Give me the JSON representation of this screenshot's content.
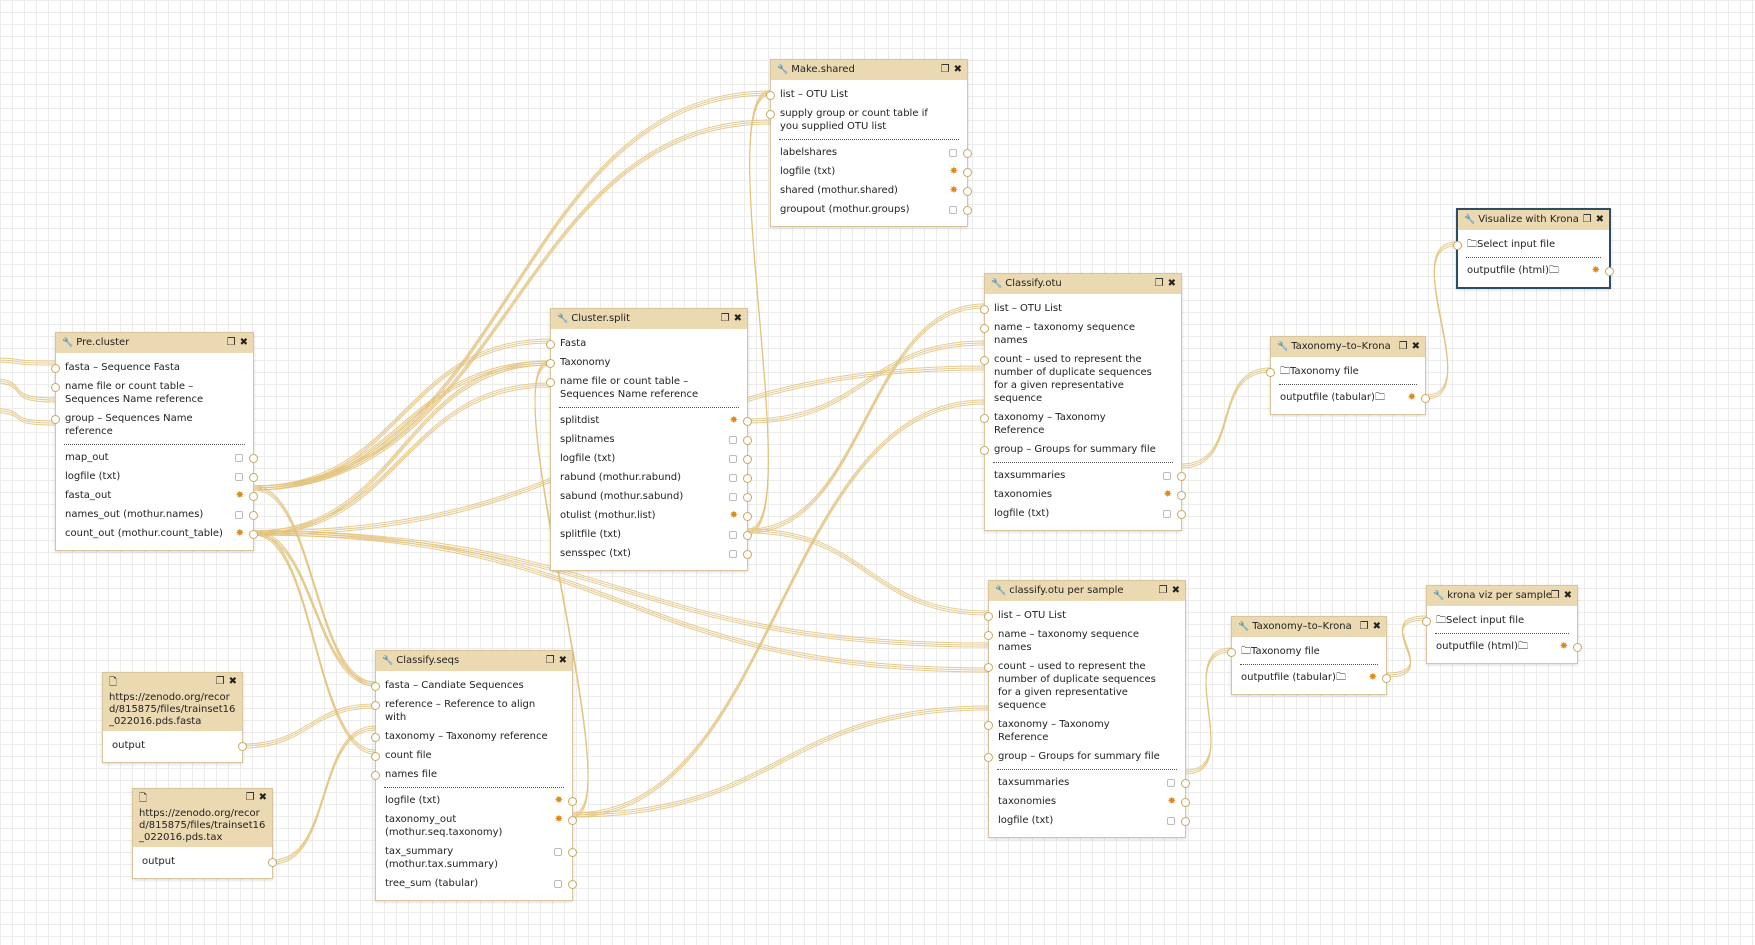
{
  "nodes": {
    "make_shared": {
      "title": "Make.shared",
      "inputs": [
        "list – OTU List",
        "supply group or count table if you supplied OTU list"
      ],
      "outputs": [
        "labelshares",
        "logfile (txt)",
        "shared (mothur.shared)",
        "groupout (mothur.groups)"
      ]
    },
    "pre_cluster": {
      "title": "Pre.cluster",
      "inputs": [
        "fasta – Sequence Fasta",
        "name file or count table – Sequences Name reference",
        "group – Sequences Name reference"
      ],
      "outputs": [
        "map_out",
        "logfile (txt)",
        "fasta_out",
        "names_out (mothur.names)",
        "count_out (mothur.count_table)"
      ]
    },
    "cluster_split": {
      "title": "Cluster.split",
      "inputs": [
        "Fasta",
        "Taxonomy",
        "name file or count table – Sequences Name reference"
      ],
      "outputs": [
        "splitdist",
        "splitnames",
        "logfile (txt)",
        "rabund (mothur.rabund)",
        "sabund (mothur.sabund)",
        "otulist (mothur.list)",
        "splitfile (txt)",
        "sensspec (txt)"
      ]
    },
    "classify_otu": {
      "title": "Classify.otu",
      "inputs": [
        "list – OTU List",
        "name – taxonomy sequence names",
        "count – used to represent the number of duplicate sequences for a given representative sequence",
        "taxonomy – Taxonomy Reference",
        "group – Groups for summary file"
      ],
      "outputs": [
        "taxsummaries",
        "taxonomies",
        "logfile (txt)"
      ]
    },
    "visualize_krona": {
      "title": "Visualize with Krona",
      "inputs": [
        "Select input file"
      ],
      "outputs": [
        "outputfile (html)"
      ]
    },
    "tax_to_krona_1": {
      "title": "Taxonomy–to–Krona",
      "inputs": [
        "Taxonomy file"
      ],
      "outputs": [
        "outputfile (tabular)"
      ]
    },
    "classify_otu_sample": {
      "title": "classify.otu per sample",
      "inputs": [
        "list – OTU List",
        "name – taxonomy sequence names",
        "count – used to represent the number of duplicate sequences for a given representative sequence",
        "taxonomy – Taxonomy Reference",
        "group – Groups for summary file"
      ],
      "outputs": [
        "taxsummaries",
        "taxonomies",
        "logfile (txt)"
      ]
    },
    "tax_to_krona_2": {
      "title": "Taxonomy–to–Krona",
      "inputs": [
        "Taxonomy file"
      ],
      "outputs": [
        "outputfile (tabular)"
      ]
    },
    "krona_per_sample": {
      "title": "krona viz per sample",
      "inputs": [
        "Select input file"
      ],
      "outputs": [
        "outputfile (html)"
      ]
    },
    "classify_seqs": {
      "title": "Classify.seqs",
      "inputs": [
        "fasta – Candiate Sequences",
        "reference – Reference to align with",
        "taxonomy – Taxonomy reference",
        "count file",
        "names file"
      ],
      "outputs": [
        "logfile (txt)",
        "taxonomy_out (mothur.seq.taxonomy)",
        "tax_summary (mothur.tax.summary)",
        "tree_sum (tabular)"
      ]
    },
    "input_fasta": {
      "title": "https://zenodo.org/record/815875/files/trainset16_022016.pds.fasta",
      "outputs": [
        "output"
      ]
    },
    "input_tax": {
      "title": "https://zenodo.org/record/815875/files/trainset16_022016.pds.tax",
      "outputs": [
        "output"
      ]
    }
  },
  "colors": {
    "edge": "#e3c27a",
    "header": "#ebd9b2",
    "star": "#e08a1e",
    "selected_border": "#2c4d63"
  },
  "icons": {
    "title": "wrench-icon",
    "copy": "copy-icon",
    "close": "close-icon",
    "file": "file-icon",
    "folder": "folder-icon",
    "star": "asterisk-icon"
  }
}
